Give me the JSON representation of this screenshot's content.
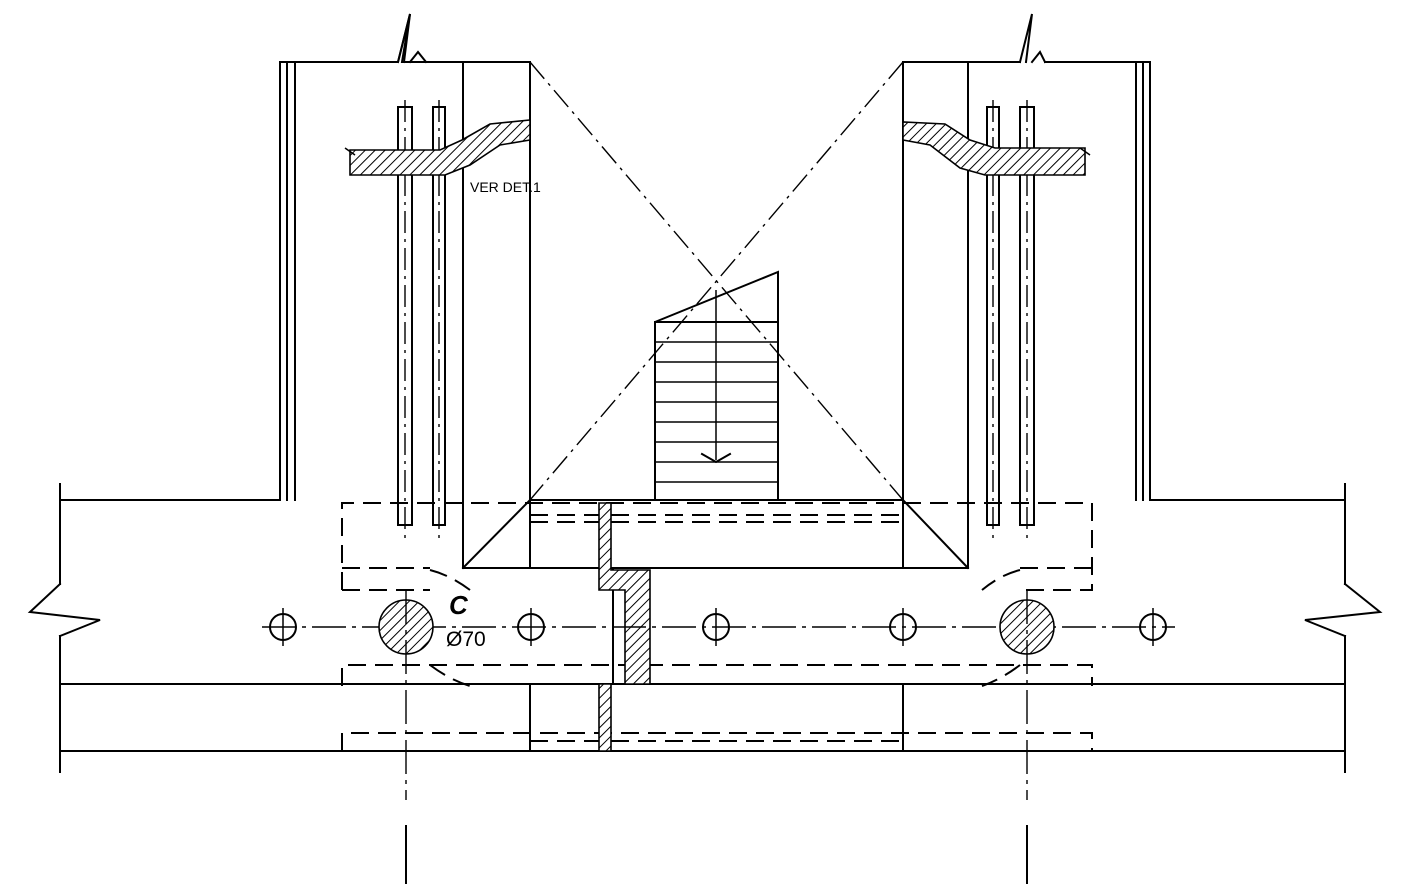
{
  "labels": {
    "detail_note": "VER DET.1",
    "pile_letter": "C",
    "pile_diameter": "Ø70"
  },
  "stair": {
    "direction_arrow": "chevron-down-icon",
    "tread_count": 8
  },
  "colors": {
    "line": "#000000",
    "background": "#ffffff"
  }
}
